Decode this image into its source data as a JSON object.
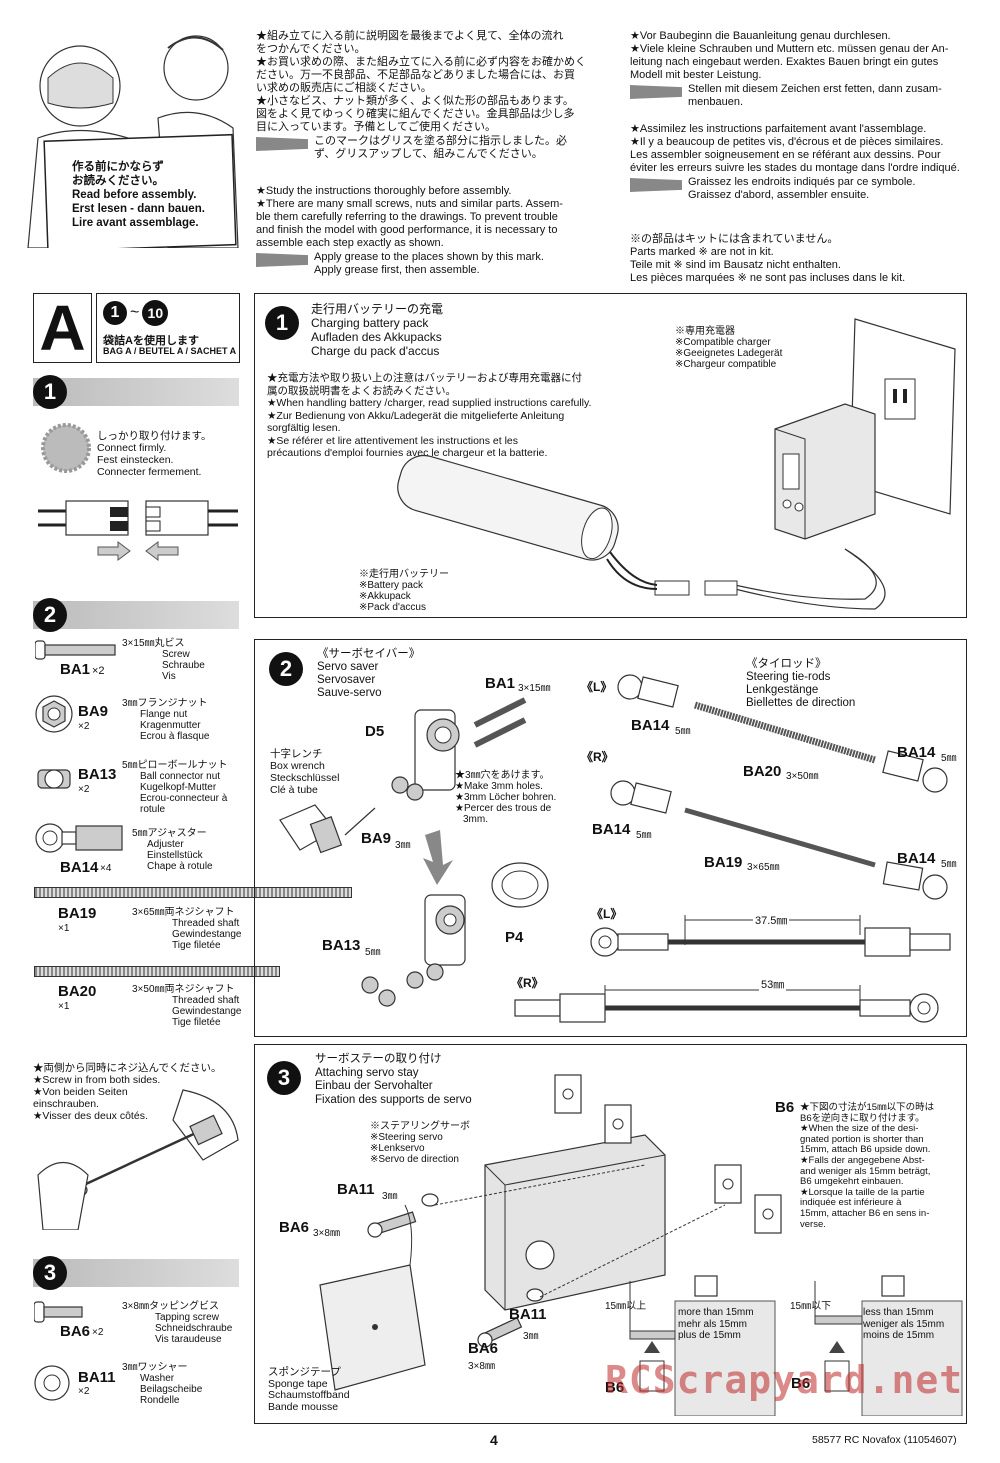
{
  "intro": {
    "sign": [
      "作る前にかならず",
      "お読みください。",
      "Read before assembly.",
      "Erst lesen - dann bauen.",
      "Lire avant assemblage."
    ],
    "jp": [
      "★組み立てに入る前に説明図を最後までよく見て、全体の流れ",
      "をつかんでください。",
      "★お買い求めの際、また組み立てに入る前に必ず内容をお確かめく",
      "ださい。万一不良部品、不足部品などありました場合には、お買",
      "い求めの販売店にご相談ください。",
      "★小さなビス、ナット類が多く、よく似た形の部品もあります。",
      "図をよく見てゆっくり確実に組んでください。金具部品は少し多",
      "目に入っています。予備としてご使用ください。"
    ],
    "jp_grease": [
      "このマークはグリスを塗る部分に指示しました。必",
      "ず、グリスアップして、組みこんでください。"
    ],
    "en": [
      "★Study the instructions thoroughly before assembly.",
      "★There are many small screws, nuts and similar parts. Assem-",
      "ble them carefully referring to the drawings. To prevent trouble",
      "and finish the model with good performance, it is necessary to",
      "assemble each step exactly as shown."
    ],
    "en_grease": [
      "Apply grease to the places shown by this mark.",
      "Apply grease first, then assemble."
    ],
    "de": [
      "★Vor Baubeginn die Bauanleitung genau durchlesen.",
      "★Viele kleine Schrauben und Muttern etc. müssen genau der An-",
      "leitung nach eingebaut werden. Exaktes Bauen bringt ein gutes",
      "Modell mit bester Leistung."
    ],
    "de_grease": [
      "Stellen mit diesem Zeichen erst fetten, dann zusam-",
      "menbauen."
    ],
    "fr": [
      "★Assimilez les instructions parfaitement avant l'assemblage.",
      "★Il y a beaucoup de petites vis, d'écrous et de pièces similaires.",
      "Les assembler soigneusement en se référant aux dessins. Pour",
      "éviter les erreurs suivre les stades du montage dans l'ordre indiqué."
    ],
    "fr_grease": [
      "Graissez les endroits indiqués par ce symbole.",
      "Graissez d'abord, assembler ensuite."
    ],
    "notkit": [
      "※の部品はキットには含まれていません。",
      "Parts marked ※ are not in kit.",
      "Teile mit ※ sind im Bausatz nicht enthalten.",
      "Les pièces marquées ※ ne sont pas incluses dans le kit."
    ]
  },
  "bag": {
    "letter": "A",
    "range_from": "1",
    "range_tilde": "~",
    "range_to": "10",
    "jp": "袋詰Aを使用します",
    "label": "BAG A / BEUTEL A / SACHET A"
  },
  "step1": {
    "num": "1",
    "connect": [
      "しっかり取り付けます。",
      "Connect firmly.",
      "Fest einstecken.",
      "Connecter fermement."
    ],
    "title": [
      "走行用バッテリーの充電",
      "Charging battery pack",
      "Aufladen des Akkupacks",
      "Charge du pack d'accus"
    ],
    "notes": [
      "★充電方法や取り扱い上の注意はバッテリーおよび専用充電器に付",
      "属の取扱説明書をよくお読みください。",
      "★When handling battery /charger, read supplied instructions carefully.",
      "★Zur Bedienung von Akku/Ladegerät die mitgelieferte Anleitung",
      "sorgfältig lesen.",
      "★Se référer et lire attentivement les instructions et les",
      "précautions d'emploi fournies avec le chargeur et la batterie."
    ],
    "charger": [
      "※専用充電器",
      "※Compatible charger",
      "※Geeignetes Ladegerät",
      "※Chargeur compatible"
    ],
    "battery": [
      "※走行用バッテリー",
      "※Battery pack",
      "※Akkupack",
      "※Pack d'accus"
    ]
  },
  "step2": {
    "num": "2",
    "parts": [
      {
        "id": "BA1",
        "qty": "×2",
        "lines": [
          "3×15㎜丸ビス",
          "Screw",
          "Schraube",
          "Vis"
        ]
      },
      {
        "id": "BA9",
        "qty": "×2",
        "lines": [
          "3㎜フランジナット",
          "Flange nut",
          "Kragenmutter",
          "Ecrou à flasque"
        ]
      },
      {
        "id": "BA13",
        "qty": "×2",
        "lines": [
          "5㎜ピローボールナット",
          "Ball connector nut",
          "Kugelkopf-Mutter",
          "Ecrou-connecteur à",
          "rotule"
        ]
      },
      {
        "id": "BA14",
        "qty": "×4",
        "lines": [
          "5㎜アジャスター",
          "Adjuster",
          "Einstellstück",
          "Chape à rotule"
        ]
      },
      {
        "id": "BA19",
        "qty": "×1",
        "lines": [
          "3×65㎜両ネジシャフト",
          "Threaded shaft",
          "Gewindestange",
          "Tige filetée"
        ]
      },
      {
        "id": "BA20",
        "qty": "×1",
        "lines": [
          "3×50㎜両ネジシャフト",
          "Threaded shaft",
          "Gewindestange",
          "Tige filetée"
        ]
      }
    ],
    "saver": [
      "《サーボセイバー》",
      "Servo saver",
      "Servosaver",
      "Sauve-servo"
    ],
    "wrench": [
      "十字レンチ",
      "Box wrench",
      "Steckschlüssel",
      "Clé à tube"
    ],
    "holes": [
      "★3㎜穴をあけます。",
      "★Make 3mm holes.",
      "★3mm Löcher bohren.",
      "★Percer des trous de",
      "3mm."
    ],
    "labels": {
      "ba1": "BA1",
      "ba1_size": "3×15㎜",
      "d5": "D5",
      "ba9": "BA9",
      "ba9_size": "3㎜",
      "ba13": "BA13",
      "ba13_size": "5㎜",
      "p4": "P4"
    },
    "tierod": [
      "《タイロッド》",
      "Steering tie-rods",
      "Lenkgestänge",
      "Biellettes de direction"
    ],
    "L": "《L》",
    "R": "《R》",
    "ba14": "BA14",
    "ba14_size": "5㎜",
    "ba20": "BA20",
    "ba20_size": "3×50㎜",
    "ba19": "BA19",
    "ba19_size": "3×65㎜",
    "len_L": "37.5㎜",
    "len_R": "53㎜"
  },
  "step3": {
    "num": "3",
    "both": [
      "★両側から同時にネジ込んでください。",
      "★Screw in from both sides.",
      "★Von beiden Seiten",
      "einschrauben.",
      "★Visser des deux côtés."
    ],
    "parts": [
      {
        "id": "BA6",
        "qty": "×2",
        "lines": [
          "3×8㎜タッピングビス",
          "Tapping screw",
          "Schneidschraube",
          "Vis taraudeuse"
        ]
      },
      {
        "id": "BA11",
        "qty": "×2",
        "lines": [
          "3㎜ワッシャー",
          "Washer",
          "Beilagscheibe",
          "Rondelle"
        ]
      }
    ],
    "title": [
      "サーボステーの取り付け",
      "Attaching servo stay",
      "Einbau der Servohalter",
      "Fixation des supports de servo"
    ],
    "servo": [
      "※ステアリングサーボ",
      "※Steering servo",
      "※Lenkservo",
      "※Servo de direction"
    ],
    "b6": "B6",
    "b6note": [
      "★下図の寸法が15㎜以下の時は",
      "B6を逆向きに取り付けます。",
      "★When the size of the desi-",
      "gnated portion is shorter than",
      "15mm, attach B6 upside down.",
      "★Falls der angegebene Abst-",
      "and weniger als 15mm beträgt,",
      "B6 umgekehrt einbauen.",
      "★Lorsque la taille de la partie",
      "indiquée est inférieure à",
      "15mm, attacher B6 en sens in-",
      "verse."
    ],
    "ba11": "BA11",
    "ba11_size": "3㎜",
    "ba6": "BA6",
    "ba6_size": "3×8㎜",
    "sponge": [
      "スポンジテープ",
      "Sponge tape",
      "Schaumstoffband",
      "Bande mousse"
    ],
    "more": [
      "15㎜以上",
      "more than 15mm",
      "mehr als 15mm",
      "plus de 15mm"
    ],
    "less": [
      "15㎜以下",
      "less than 15mm",
      "weniger als 15mm",
      "moins de 15mm"
    ]
  },
  "footer": {
    "page": "4",
    "ref": "58577  RC Novafox (11054607)"
  },
  "watermark": "RCScrapyard.net"
}
